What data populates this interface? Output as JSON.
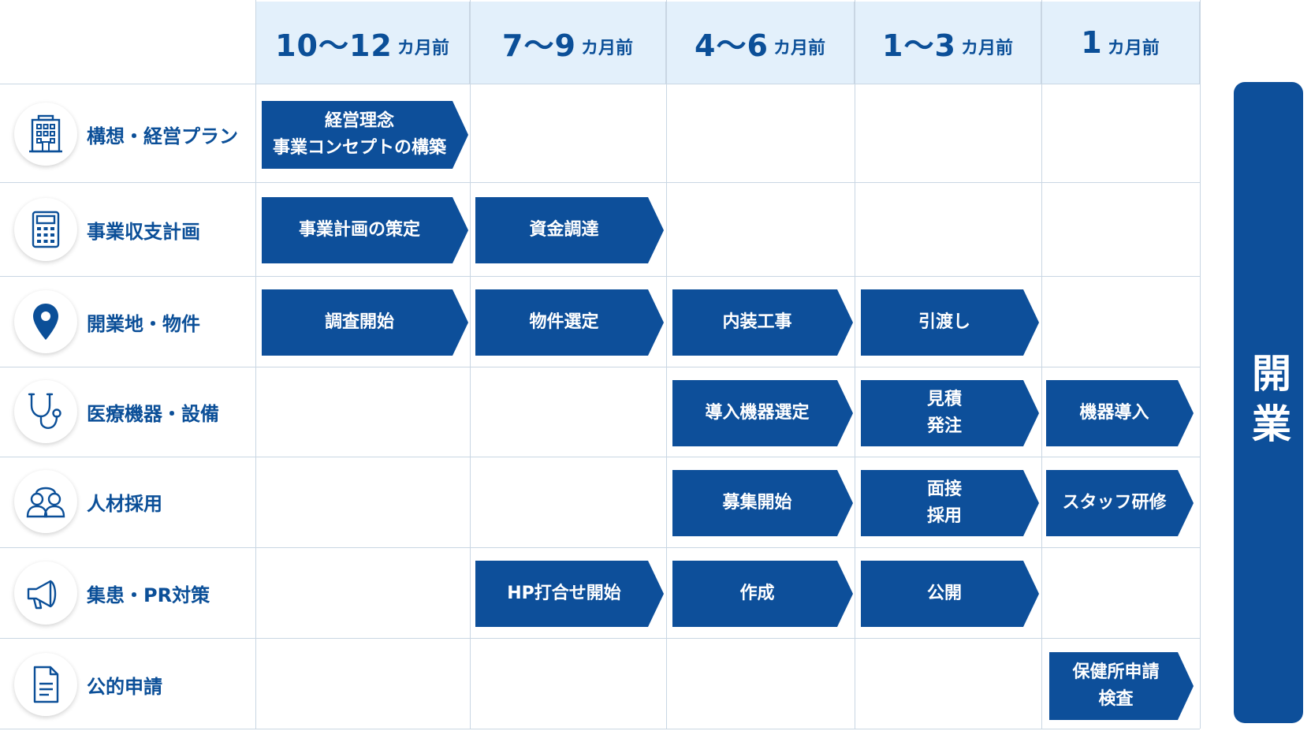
{
  "header": {
    "columns": [
      {
        "num": "10～12",
        "unit": "カ月前"
      },
      {
        "num": "7～9",
        "unit": "カ月前"
      },
      {
        "num": "4～6",
        "unit": "カ月前"
      },
      {
        "num": "1～3",
        "unit": "カ月前"
      },
      {
        "num": "1",
        "unit": "カ月前"
      }
    ]
  },
  "rows": [
    {
      "label": "構想・経営プラン",
      "icon": "building-icon"
    },
    {
      "label": "事業収支計画",
      "icon": "calculator-icon"
    },
    {
      "label": "開業地・物件",
      "icon": "map-pin-icon"
    },
    {
      "label": "医療機器・設備",
      "icon": "stethoscope-icon"
    },
    {
      "label": "人材採用",
      "icon": "people-icon"
    },
    {
      "label": "集患・PR対策",
      "icon": "megaphone-icon"
    },
    {
      "label": "公的申請",
      "icon": "document-icon"
    }
  ],
  "tasks": [
    {
      "text": "経営理念\n事業コンセプトの構築"
    },
    {
      "text": "事業計画の策定"
    },
    {
      "text": "資金調達"
    },
    {
      "text": "調査開始"
    },
    {
      "text": "物件選定"
    },
    {
      "text": "内装工事"
    },
    {
      "text": "引渡し"
    },
    {
      "text": "導入機器選定"
    },
    {
      "text": "見積\n発注"
    },
    {
      "text": "機器導入"
    },
    {
      "text": "募集開始"
    },
    {
      "text": "面接\n採用"
    },
    {
      "text": "スタッフ研修"
    },
    {
      "text": "HP打合せ開始"
    },
    {
      "text": "作成"
    },
    {
      "text": "公開"
    },
    {
      "text": "保健所申請\n検査"
    }
  ],
  "opening": {
    "label": "開業"
  },
  "colors": {
    "primary": "#0d4f9a",
    "header_bg": "#e3f0fb",
    "grid_line": "#c9d6e3"
  }
}
